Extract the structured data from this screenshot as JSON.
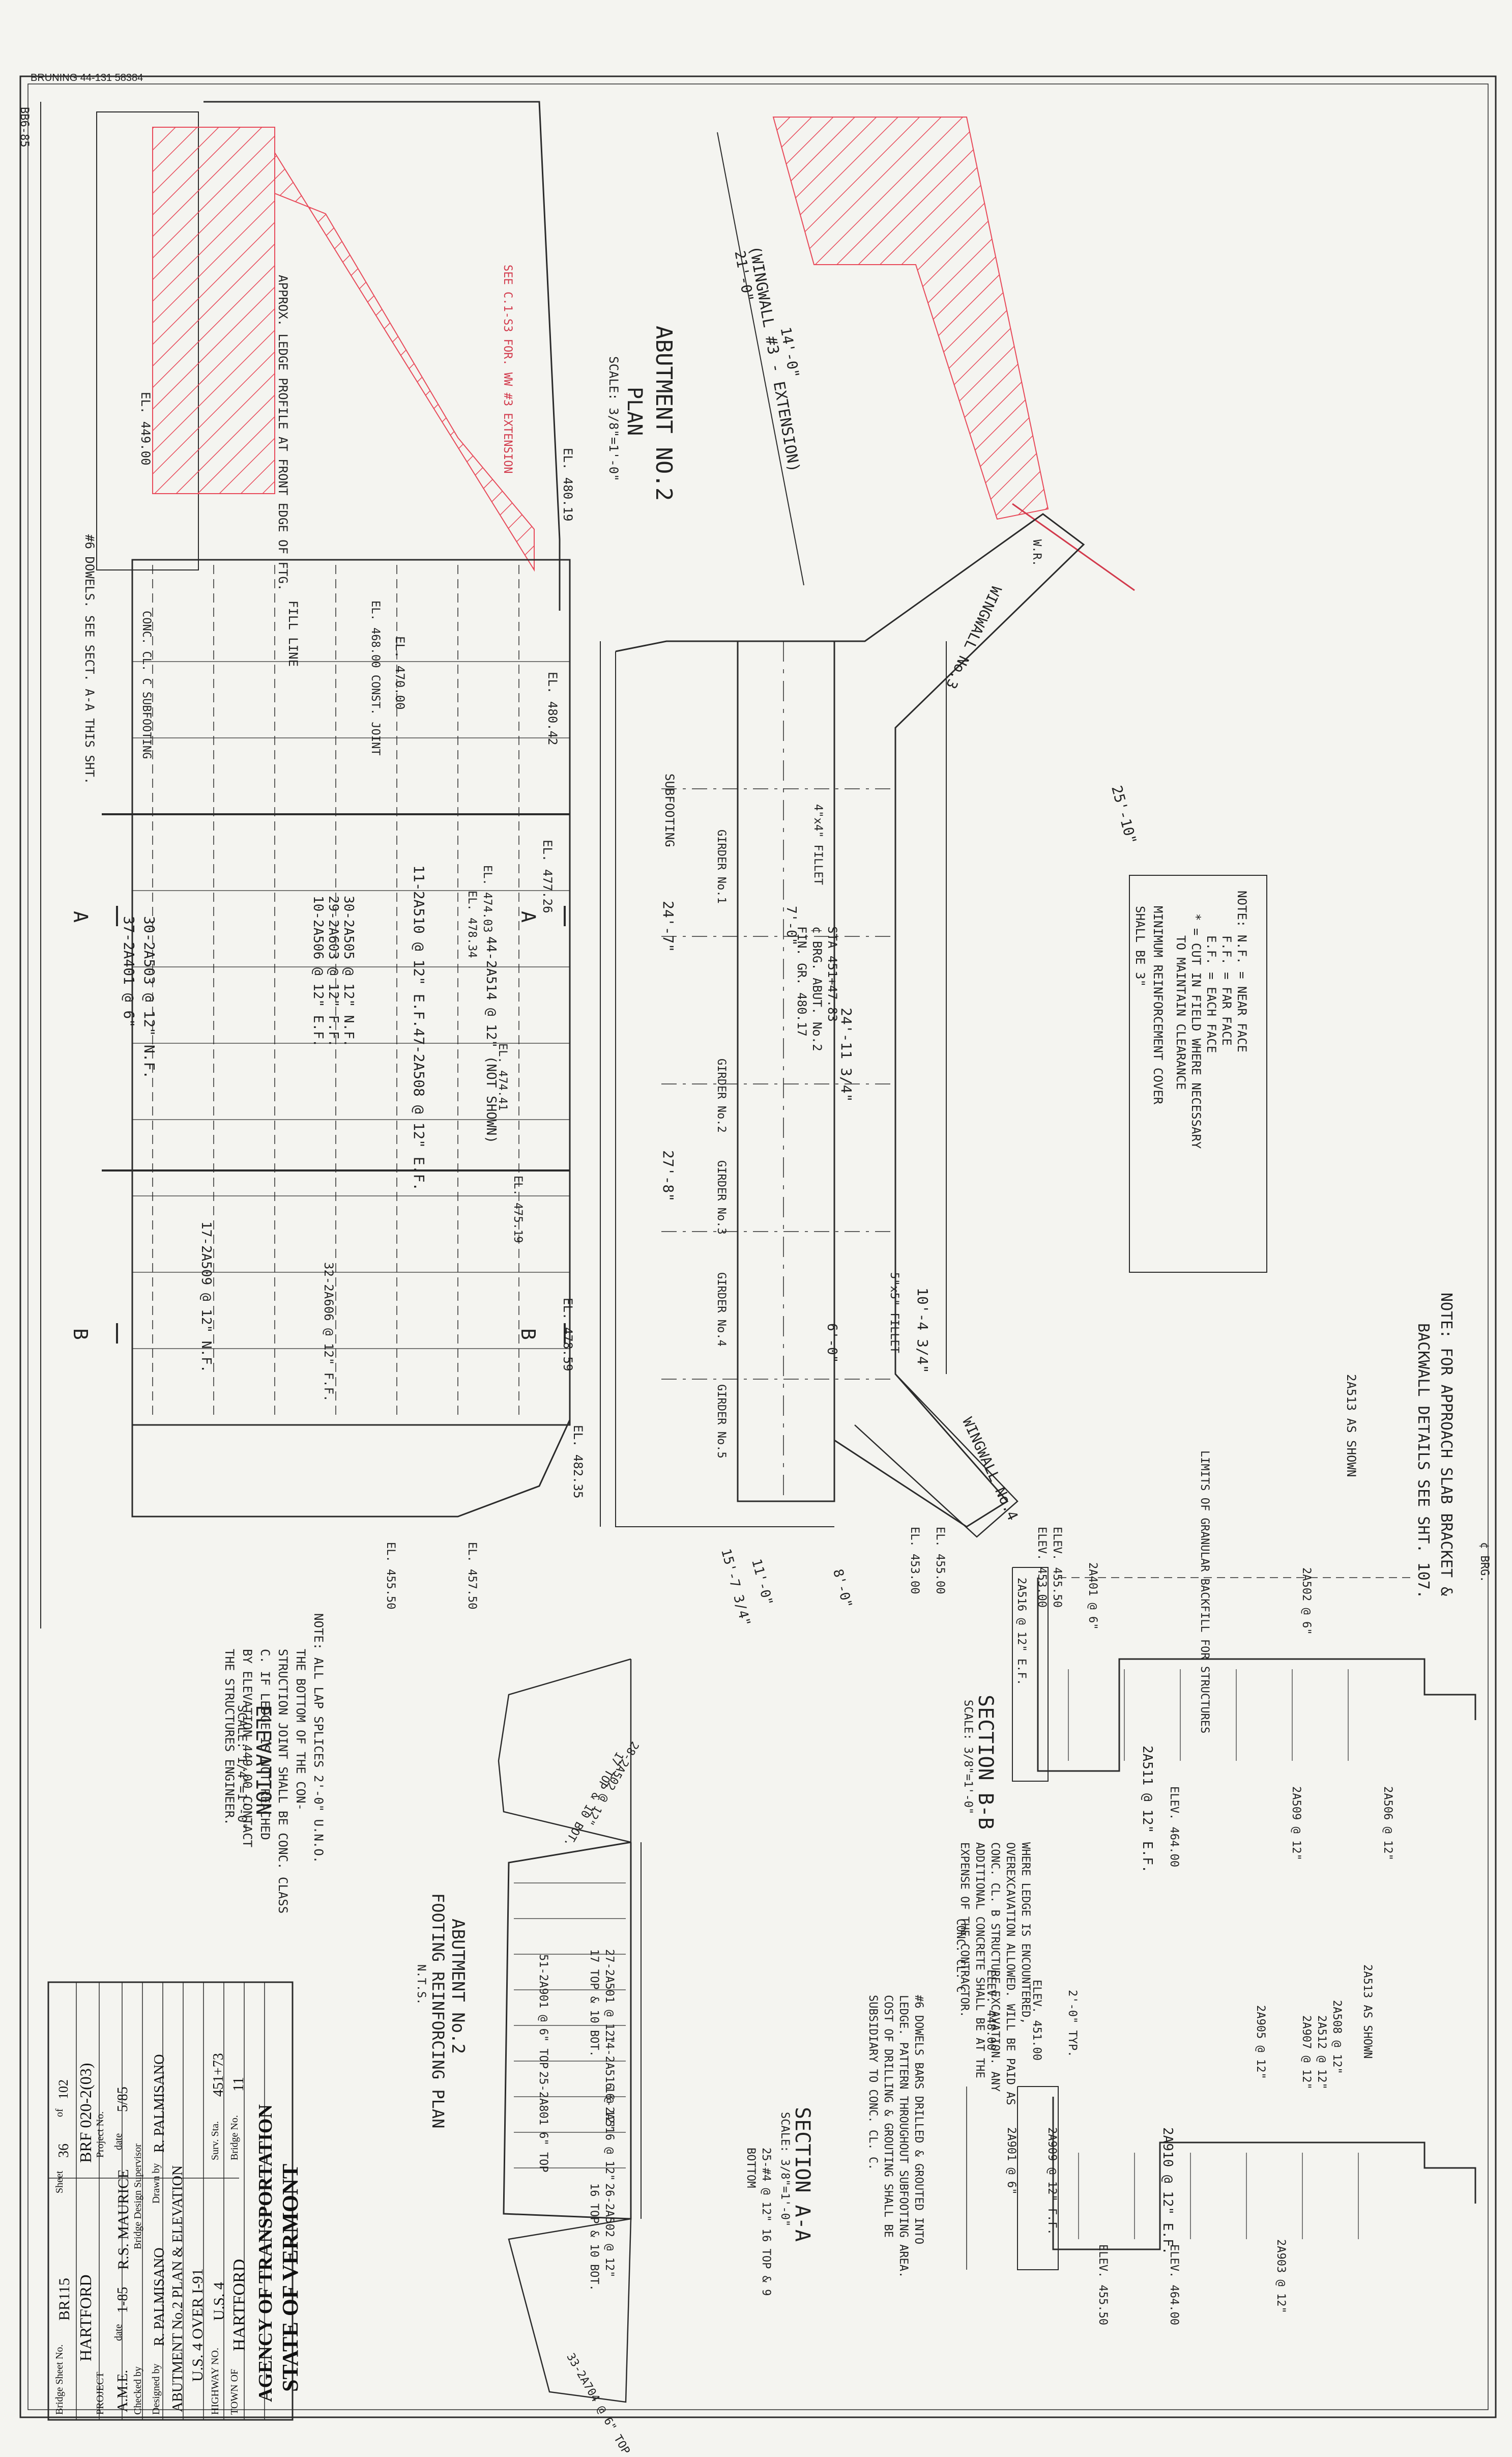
{
  "header": {
    "print_stamp": "BRUNING 44-131 58384",
    "side_stamp": "BB6-85"
  },
  "plan": {
    "title": "ABUTMENT NO.2",
    "subtitle": "PLAN",
    "scale": "SCALE: 3/8\"=1'-0\"",
    "labels": {
      "wingwall_3_extension": "(WINGWALL #3 - EXTENSION)",
      "wingwall_3": "WINGWALL No.3",
      "wingwall_4": "WINGWALL No.4",
      "subfooting": "SUBFOOTING",
      "sta_note": "STA 451+47.83",
      "brg_abut": "¢ BRG. ABUT. No.2",
      "fin_gr": "FIN. GR. 480.17",
      "fillet_4": "4\"x4\" FILLET",
      "fillet_5": "5\"x5\" FILLET",
      "girder_1": "GIRDER No.1",
      "girder_2": "GIRDER No.2",
      "girder_3": "GIRDER No.3",
      "girder_4": "GIRDER No.4",
      "girder_5": "GIRDER No.5",
      "wr": "W.R.",
      "dim_24_7": "24'-7\"",
      "dim_27_8": "27'-8\"",
      "dim_24_11": "24'-11 3/4\"",
      "dim_25_10": "25'-10\"",
      "dim_10_4": "10'-4 3/4\"",
      "dim_11_0": "11'-0\"",
      "dim_15_7": "15'-7 3/4\"",
      "dim_7_0": "7'-0\"",
      "dim_6_0": "6'-0\"",
      "dim_8_0": "8'-0\"",
      "dim_21_0": "21'-0\"",
      "dim_14_0": "14'-0\""
    }
  },
  "note_box": {
    "lines": [
      "NOTE: N.F. = NEAR FACE",
      "F.F. = FAR FACE",
      "E.F. = EACH FACE",
      "* = CUT IN FIELD WHERE NECESSARY",
      "TO MAINTAIN CLEARANCE"
    ],
    "cover_line_1": "MINIMUM REINFORCEMENT COVER",
    "cover_line_2": "SHALL BE 3\""
  },
  "elevation": {
    "title": "ELEVATION",
    "scale": "SCALE: 1/4\"=1'-0\"",
    "labels": {
      "el_480_19": "EL. 480.19",
      "el_480_42": "EL. 480.42",
      "el_477_26": "EL. 477.26",
      "el_470_00": "EL. 470.00",
      "el_478_34": "EL. 478.34",
      "el_478_59": "EL. 478.59",
      "el_482_35": "EL. 482.35",
      "el_449_00": "EL. 449.00",
      "el_455_50": "EL. 455.50",
      "el_457_50": "EL. 457.50",
      "el_474_03": "EL. 474.03",
      "el_474_41": "EL. 474.41",
      "el_475_19": "EL. 475.19",
      "el_455_00": "EL. 455.00",
      "el_453_00": "EL. 453.00",
      "fill_line": "FILL LINE",
      "const_joint": "EL. 468.00 CONST. JOINT",
      "approx_ledge": "APPROX. LEDGE PROFILE AT FRONT EDGE OF FTG.",
      "conc_cc": "CONC. CL. C SUBFOOTING",
      "dowels": "#6 DOWELS. SEE SECT. A-A THIS SHT.",
      "section_a": "A",
      "section_b": "B",
      "bars": [
        "30-2A505 @ 12\" N.F.",
        "32-2A606 @ 12\" F.F.",
        "29-2A603 @ 12\" F.F.",
        "10-2A506 @ 12\" E.F.",
        "47-2A508 @ 12\" E.F.",
        "11-2A510 @ 12\" E.F.",
        "44-2A514 @ 12\" (NOT SHOWN)",
        "17-2A509 @ 12\" N.F.",
        "30-2A503 @ 12\" N.F.",
        "37-2A401 @ 6\""
      ],
      "red_note": "SEE C.1-S3 FOR. WW #3 EXTENSION"
    }
  },
  "approach_note": {
    "line1": "NOTE: FOR APPROACH SLAB BRACKET &",
    "line2": "BACKWALL DETAILS SEE SHT. 107."
  },
  "section_bb": {
    "title": "SECTION B-B",
    "scale": "SCALE: 3/8\"=1'-0\"",
    "labels": [
      "2A513 AS SHOWN",
      "2A502 @ 6\"",
      "2A506 @ 12\"",
      "2A511 @ 12\" E.F.",
      "2A509 @ 12\"",
      "2A401 @ 6\"",
      "2A516 @ 12\" E.F.",
      "ELEV. 464.00",
      "ELEV. 455.50",
      "ELEV. 453.00",
      "LIMITS OF GRANULAR BACKFILL FOR STRUCTURES",
      "CONC. CL. C",
      "¢ BRG."
    ],
    "ledge_note": "WHERE LEDGE IS ENCOUNTERED, OVEREXCAVATION ALLOWED. WILL BE PAID AS CONC. CL. B STRUCTURE EXCAVATION. ANY ADDITIONAL CONCRETE SHALL BE AT THE EXPENSE OF THE CONTRACTOR."
  },
  "section_aa": {
    "title": "SECTION A-A",
    "scale": "SCALE: 3/8\"=1'-0\"",
    "labels": [
      "2A513 AS SHOWN",
      "2A508 @ 12\"",
      "2A512 @ 12\"",
      "2A907 @ 12\"",
      "2A910 @ 12\" E.F.",
      "2A905 @ 12\"",
      "2A909 @ 12\" F.F.",
      "2A901 @ 6\"",
      "2A903 @ 12\"",
      "ELEV. 464.00",
      "ELEV. 455.50",
      "ELEV. 451.00",
      "ELEV. 448.00",
      "25-#4 @ 12\" 16 TOP & 9 BOTTOM",
      "2'-0\" TYP."
    ],
    "dowel_note": "#6 DOWELS BARS DRILLED & GROUTED INTO LEDGE. PATTERN THROUGHOUT SUBFOOTING AREA. COST OF DRILLING & GROUTING SHALL BE SUBSIDIARY TO CONC. CL. C."
  },
  "footing_plan": {
    "title": "ABUTMENT No.2",
    "subtitle": "FOOTING REINFORCING PLAN",
    "scale": "N.T.S.",
    "labels": [
      "51-2A901 @ 6\" TOP",
      "27-2A501 @ 12\"",
      "17 TOP & 10 BOT.",
      "14-2A516 @ 12\"",
      "16-2A516 @ 12\"",
      "26-2A502 @ 12\"",
      "16 TOP & 10 BOT.",
      "25-2A801 6\" TOP",
      "33-2A704 @ 6\" TOP",
      "28-2A502 @ 12\"",
      "17 TOP & 10 BOT."
    ]
  },
  "splice_note": {
    "lines": [
      "NOTE: ALL LAP SPLICES 2'-0\" U.N.O.",
      "THE BOTTOM OF THE CON-",
      "STRUCTION JOINT SHALL BE CONC. CLASS",
      "C. IF LEDGE IS NOT REACHED",
      "BY ELEVATION 449.00 CONTACT",
      "THE STRUCTURES ENGINEER."
    ]
  },
  "title_block": {
    "state": "STATE OF VERMONT",
    "agency": "AGENCY OF TRANSPORTATION",
    "town_label": "TOWN OF",
    "town": "HARTFORD",
    "highway_label": "HIGHWAY NO.",
    "highway": "U.S. 4",
    "bridge_label": "Bridge No.",
    "bridge_no": "11",
    "survey_label": "Surv. Sta.",
    "survey_sta": "451+73",
    "description": "U.S. 4 OVER I-91",
    "drawing": "ABUTMENT No.2 PLAN & ELEVATION",
    "designed_label": "Designed by",
    "designed": "R. PALMISANO",
    "drawn_label": "Drawn by",
    "drawn": "R. PALMISANO",
    "checked_label": "Checked by",
    "checked": "A.M.E.",
    "date_label": "date",
    "date_checked": "1-85",
    "supervisor_label": "Bridge Design Supervisor",
    "supervisor": "R.S. MAURICE",
    "date_supervisor": "5/85",
    "project_label": "PROJECT",
    "project_town": "HARTFORD",
    "project_no_label": "Project No.",
    "project_no": "BRF 020-2(03)",
    "bridge_sheet_label": "Bridge Sheet No.",
    "bridge_sheet": "BR115",
    "sheet_label": "Sheet",
    "sheet": "36",
    "of_label": "of",
    "of_total": "102"
  }
}
